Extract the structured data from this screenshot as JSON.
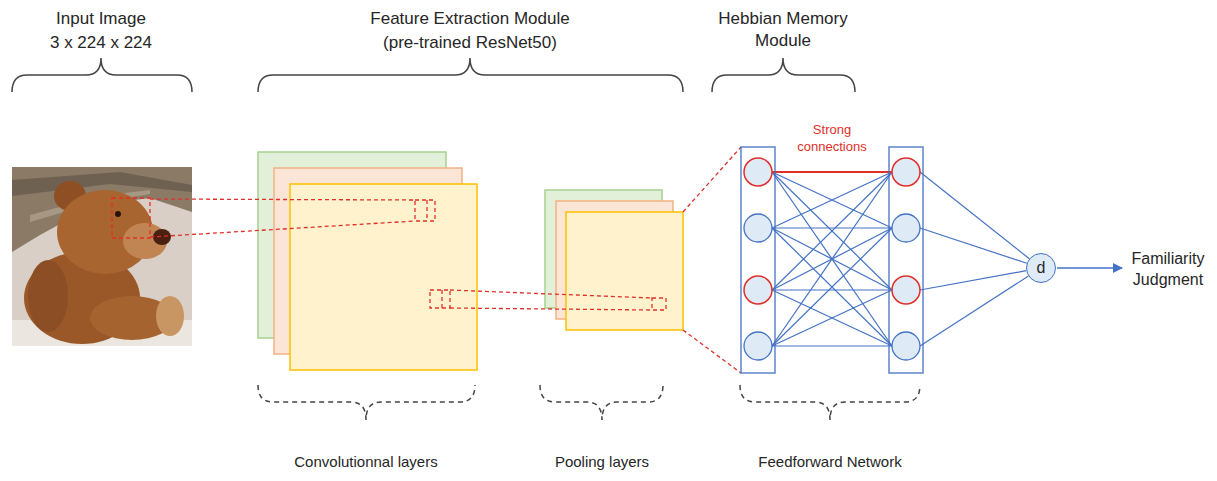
{
  "diagram": {
    "nodes": [
      {
        "text": [
          "d"
        ]
      }
    ],
    "labels": [
      "Input Image",
      "3 x 224 x 224",
      "Feature Extraction Module",
      "(pre-trained ResNet50)",
      "Hebbian Memory Module",
      "Strong connections",
      "Familiarity Judgment",
      "Convolutionnal layers",
      "Pooling layers",
      "Feedforward Network"
    ]
  }
}
